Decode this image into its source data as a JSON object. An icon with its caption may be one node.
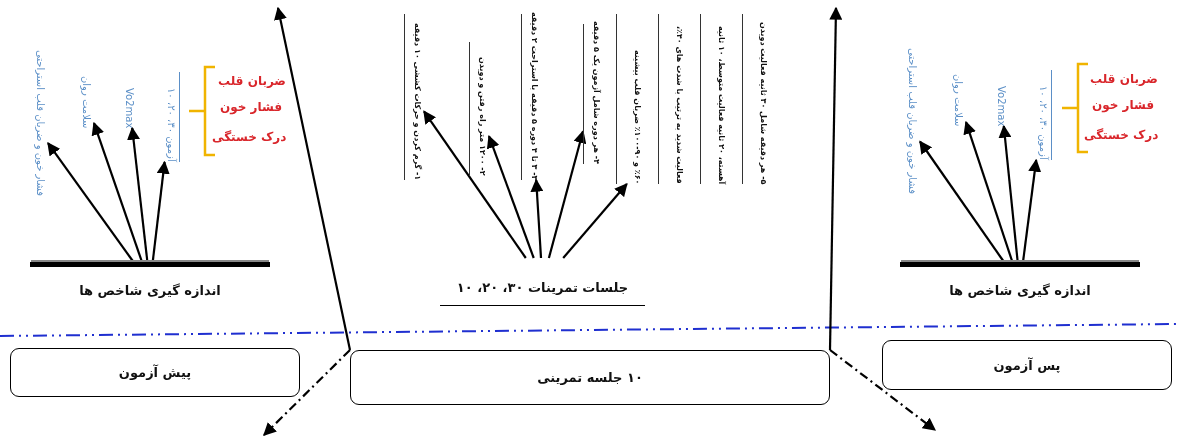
{
  "diagram": {
    "nodes": [
      {
        "text": [
          "اندازه گیری شاخص ها"
        ]
      },
      {
        "text": [
          "فشار خون و ضربان قلب استراحتی"
        ]
      },
      {
        "text": [
          "سلامت روان"
        ]
      },
      {
        "text": [
          "Vo2max"
        ]
      },
      {
        "text": [
          "آزمون ۳۰، ۲۰، ۱۰"
        ]
      },
      {
        "text": [
          "جلسات تمرینات ۳۰، ۲۰، ۱۰"
        ]
      },
      {
        "text": [
          "۱- گرم کردن و حرکات کششی ۱۰ دقیقه"
        ]
      },
      {
        "text": [
          "۲- ۱۲۰۰ متر راه رفتن و دویدن"
        ]
      },
      {
        "text": [
          "۳- ۳ تا ۴ دوره ۵ دقیقه با استراحت ۲ دقیقه"
        ]
      },
      {
        "text": [
          "۴- هر دوره شامل آزمون یک ۵ دقیقه"
        ]
      },
      {
        "text": [
          "۵- هر دقیقه شامل ۳۰ ثانیه فعالیت دویدن آهسته، ۲۰ ثانیه فعالیت متوسط، ۱۰ ثانیه فعالیت شدید به ترتیب با شدت های ۴۰٪، ۶۰٪ و ۹۰-۱۰۰٪ ضربان قلب بیشینه"
        ]
      },
      {
        "text": [
          "اندازه گیری شاخص ها"
        ]
      },
      {
        "text": [
          "فشار خون و ضربان قلب استراحتی"
        ]
      },
      {
        "text": [
          "سلامت روان"
        ]
      },
      {
        "text": [
          "Vo2max"
        ]
      },
      {
        "text": [
          "آزمون ۳۰، ۲۰، ۱۰"
        ]
      },
      {
        "text": [
          "پیش آزمون"
        ]
      },
      {
        "text": [
          "۱۰ جلسه تمرینی"
        ]
      },
      {
        "text": [
          "پس آزمون"
        ]
      }
    ],
    "edges": [
      {
        "from": 0,
        "to": 1,
        "arrow": "to"
      },
      {
        "from": 0,
        "to": 2,
        "arrow": "to"
      },
      {
        "from": 0,
        "to": 3,
        "arrow": "to"
      },
      {
        "from": 0,
        "to": 4,
        "arrow": "to"
      },
      {
        "from": 5,
        "to": 6,
        "arrow": "to"
      },
      {
        "from": 5,
        "to": 7,
        "arrow": "to"
      },
      {
        "from": 5,
        "to": 8,
        "arrow": "to"
      },
      {
        "from": 5,
        "to": 9,
        "arrow": "to"
      },
      {
        "from": 5,
        "to": 10,
        "arrow": "to"
      },
      {
        "from": 11,
        "to": 12,
        "arrow": "to"
      },
      {
        "from": 11,
        "to": 13,
        "arrow": "to"
      },
      {
        "from": 11,
        "to": 14,
        "arrow": "to"
      },
      {
        "from": 11,
        "to": 15,
        "arrow": "to"
      },
      {
        "from": 17,
        "to": null,
        "arrow": "to"
      },
      {
        "from": 17,
        "to": null,
        "arrow": "to",
        "style": "dashed"
      },
      {
        "from": 17,
        "to": null,
        "arrow": "to"
      },
      {
        "from": 17,
        "to": null,
        "arrow": "to",
        "style": "dashed"
      }
    ],
    "labels": [
      "ضربان قلب",
      "فشار خون",
      "درک خستگی",
      "ضربان قلب",
      "فشار خون",
      "درک خستگی"
    ]
  }
}
